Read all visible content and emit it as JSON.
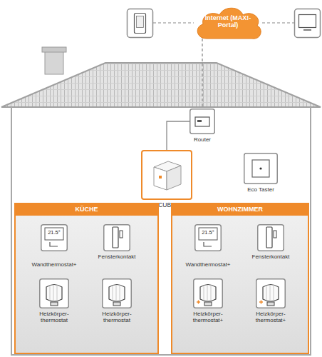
{
  "diagram": {
    "nodes": [
      {
        "text": [
          "Internet (MAX!-Portal)"
        ]
      },
      {
        "text": [
          "Router"
        ]
      },
      {
        "text": [
          "CUBE"
        ]
      },
      {
        "text": [
          "Eco Taster"
        ]
      },
      {
        "text": [
          "KÜCHE"
        ]
      },
      {
        "text": [
          "21.5°",
          "Wandthermostat+"
        ],
        "in": 4
      },
      {
        "text": [
          "Fensterkontakt"
        ],
        "in": 4
      },
      {
        "text": [
          "Heizkörper- thermostat"
        ],
        "in": 4
      },
      {
        "text": [
          "Heizkörper- thermostat"
        ],
        "in": 4
      },
      {
        "text": [
          "WOHNZIMMER"
        ]
      },
      {
        "text": [
          "21.5°",
          "Wandthermostat+"
        ],
        "in": 9
      },
      {
        "text": [
          "Fensterkontakt"
        ],
        "in": 9
      },
      {
        "text": [
          "Heizkörper- thermostat+"
        ],
        "in": 9
      },
      {
        "text": [
          "Heizkörper- thermostat+"
        ],
        "in": 9
      }
    ],
    "edges": [
      {
        "from": 0,
        "to": 1,
        "arrow": "none"
      },
      {
        "from": 1,
        "to": 2,
        "arrow": "none"
      }
    ]
  }
}
